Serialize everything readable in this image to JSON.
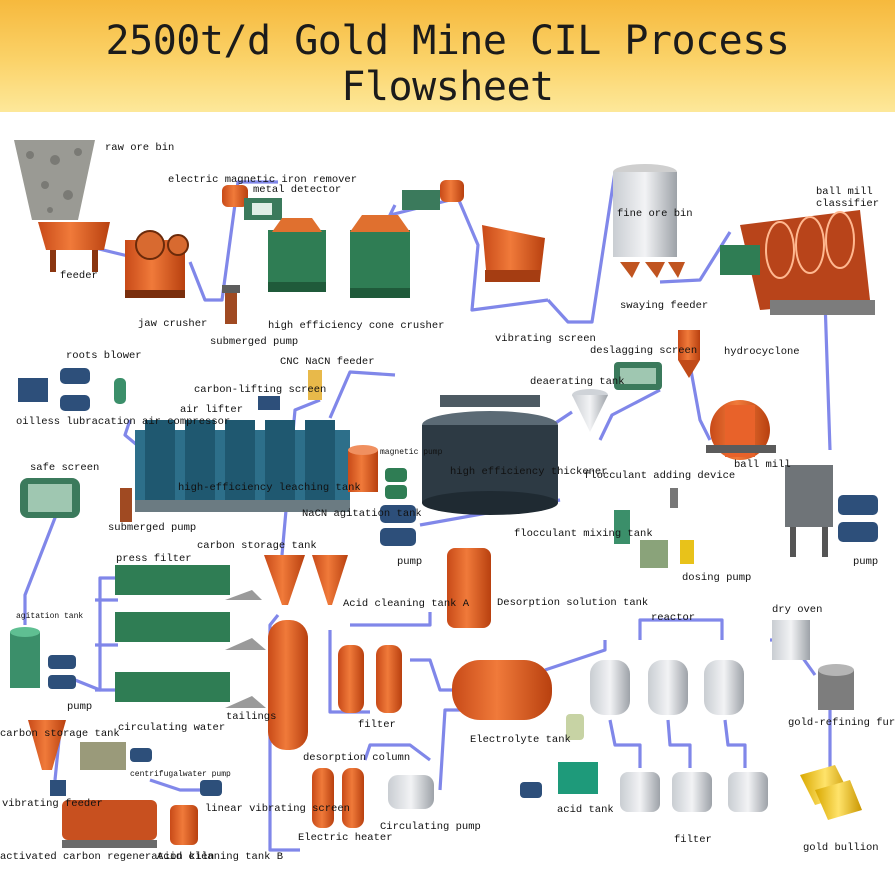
{
  "title": "2500t/d Gold Mine CIL Process Flowsheet",
  "colors": {
    "banner_top": "#f6b93d",
    "banner_bottom": "#fde89a",
    "flow_line": "#6b73e6",
    "equipment_orange": "#e8622a",
    "equipment_green": "#2f7d54",
    "equipment_blue": "#2d4f7a"
  },
  "labels": {
    "raw_ore_bin": "raw ore bin",
    "feeder": "feeder",
    "jaw_crusher": "jaw crusher",
    "electric_magnetic_iron_remover": "electric magnetic iron remover",
    "metal_detector": "metal detector",
    "submerged_pump_top": "submerged pump",
    "high_efficiency_cone_crusher": "high efficiency cone crusher",
    "vibrating_screen": "vibrating screen",
    "fine_ore_bin": "fine ore bin",
    "swaying_feeder": "swaying feeder",
    "ball_mill_classifier": "ball mill\nclassifier",
    "deslagging_screen": "deslagging screen",
    "hydrocyclone": "hydrocyclone",
    "roots_blower": "roots blower",
    "oilless_compressor": "oilless lubracation air compressor",
    "carbon_lifting_screen": "carbon-lifting screen",
    "air_lifter": "air lifter",
    "cnc_nacn_feeder": "CNC NaCN feeder",
    "deaerating_tank": "deaerating tank",
    "magnetic_pump": "magnetic pump",
    "high_efficiency_thickener": "high efficiency thickener",
    "ball_mill": "ball mill",
    "safe_screen": "safe screen",
    "high_efficiency_leaching_tank": "high-efficiency leaching tank",
    "nacn_agitation_tank": "NaCN agitation tank",
    "flocculant_adding_device": "flocculant adding device",
    "submerged_pump_left": "submerged pump",
    "flocculant_mixing_tank": "flocculant mixing tank",
    "pump_right": "pump",
    "carbon_storage_tank_top": "carbon storage tank",
    "pump_thickener": "pump",
    "dosing_pump": "dosing pump",
    "press_filter": "press filter",
    "acid_cleaning_tank_a": "Acid cleaning tank A",
    "desorption_solution_tank": "Desorption solution tank",
    "agitation_tank": "agitation tank",
    "reactor": "reactor",
    "dry_oven": "dry oven",
    "pump_left": "pump",
    "tailings": "tailings",
    "filter_mid": "filter",
    "circulating_water": "circulating water",
    "gold_refining_furnace": "gold-refining furnace",
    "electrolyte_tank": "Electrolyte tank",
    "carbon_storage_tank_bottom": "carbon storage tank",
    "centrifugal_water_pump": "centrifugalwater pump",
    "desorption_column": "desorption column",
    "vibrating_feeder": "vibrating feeder",
    "linear_vibrating_screen": "linear vibrating screen",
    "circulating_pump": "Circulating pump",
    "acid_tank": "acid tank",
    "electric_heater": "Electric heater",
    "filter_bottom": "filter",
    "gold_bullion": "gold bullion",
    "activated_carbon_kiln": "activated carbon regeneration kiln",
    "acid_cleaning_tank_b": "Acid cleaning tank B"
  }
}
